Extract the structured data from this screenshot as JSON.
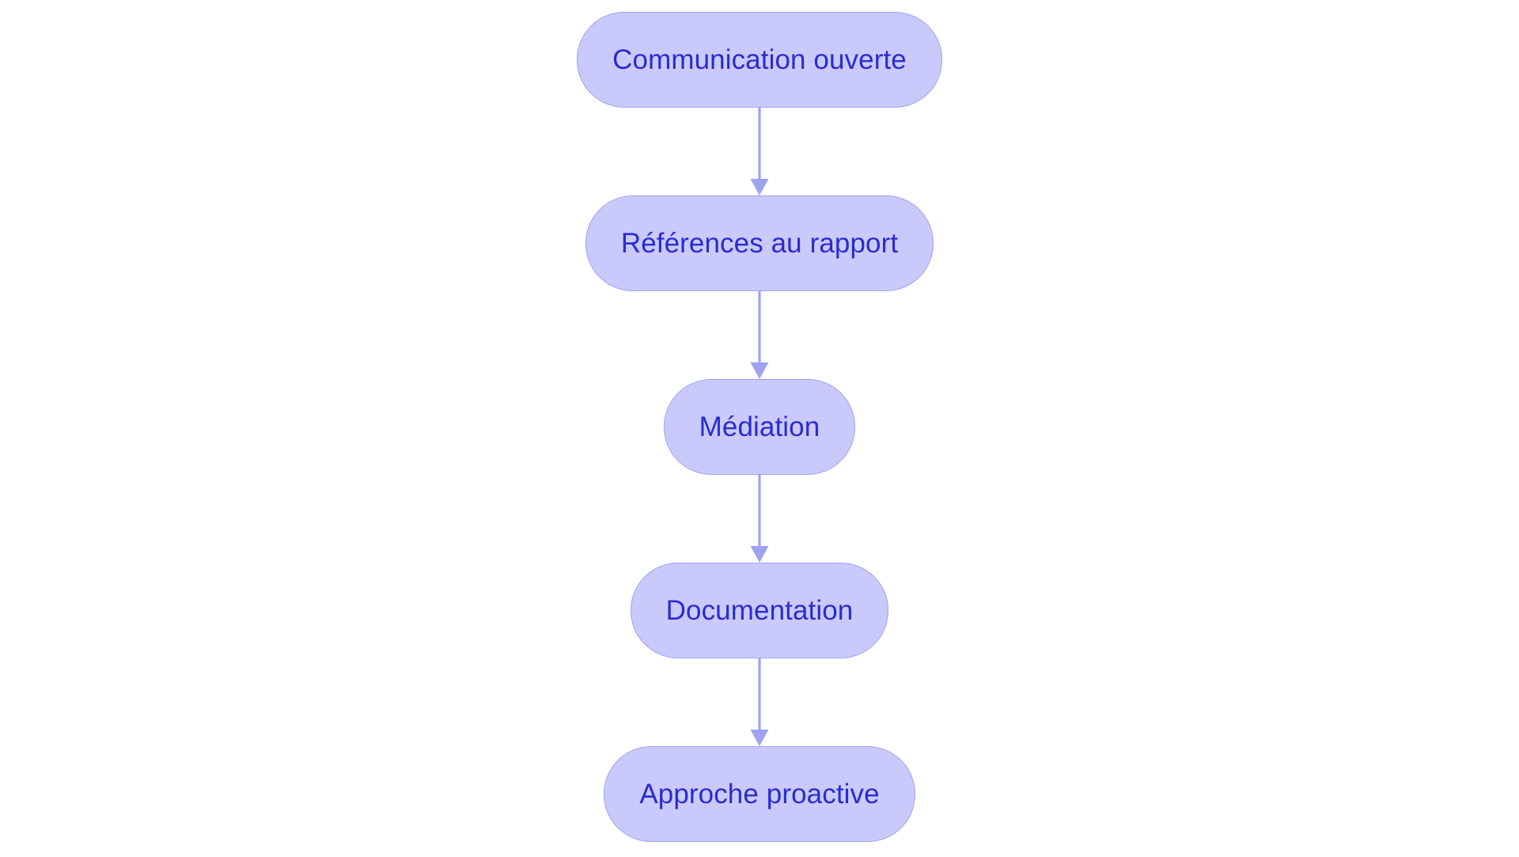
{
  "diagram": {
    "type": "flowchart",
    "orientation": "top-to-bottom",
    "background_color": "#ffffff",
    "node_fill_color": "#c9cafb",
    "node_border_color": "#9fa2f0",
    "node_text_color": "#2b2bd0",
    "connector_color": "#9fa2f0",
    "node_shape": "stadium",
    "nodes": [
      {
        "id": "node-1",
        "label": "Communication ouverte"
      },
      {
        "id": "node-2",
        "label": "Références au rapport"
      },
      {
        "id": "node-3",
        "label": "Médiation"
      },
      {
        "id": "node-4",
        "label": "Documentation"
      },
      {
        "id": "node-5",
        "label": "Approche proactive"
      }
    ],
    "edges": [
      {
        "id": "edge-1",
        "from": "node-1",
        "to": "node-2",
        "label": "",
        "arrow": "arrow-down-icon"
      },
      {
        "id": "edge-2",
        "from": "node-2",
        "to": "node-3",
        "label": "",
        "arrow": "arrow-down-icon"
      },
      {
        "id": "edge-3",
        "from": "node-3",
        "to": "node-4",
        "label": "",
        "arrow": "arrow-down-icon"
      },
      {
        "id": "edge-4",
        "from": "node-4",
        "to": "node-5",
        "label": "",
        "arrow": "arrow-down-icon"
      }
    ]
  }
}
